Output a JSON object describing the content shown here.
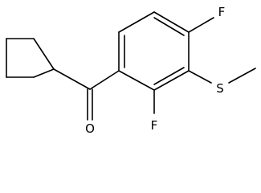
{
  "molecule": {
    "atoms": {
      "carbonyl_oxygen": "O",
      "fluorine_top": "F",
      "fluorine_bottom": "F",
      "sulfur": "S"
    },
    "colors": {
      "bond": "#000000",
      "label": "#000000",
      "background": "#ffffff"
    }
  }
}
